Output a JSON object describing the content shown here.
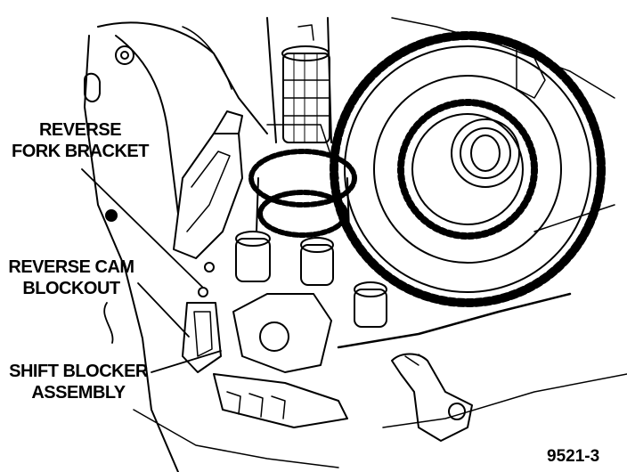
{
  "labels": {
    "reverse_fork_bracket": {
      "line1": "REVERSE",
      "line2": "FORK BRACKET"
    },
    "reverse_cam_blockout": {
      "line1": "REVERSE CAM",
      "line2": "BLOCKOUT"
    },
    "shift_blocker_assembly": {
      "line1": "SHIFT BLOCKER",
      "line2": "ASSEMBLY"
    }
  },
  "figure_number": "9521-3",
  "colors": {
    "ink": "#000000",
    "paper": "#ffffff"
  }
}
